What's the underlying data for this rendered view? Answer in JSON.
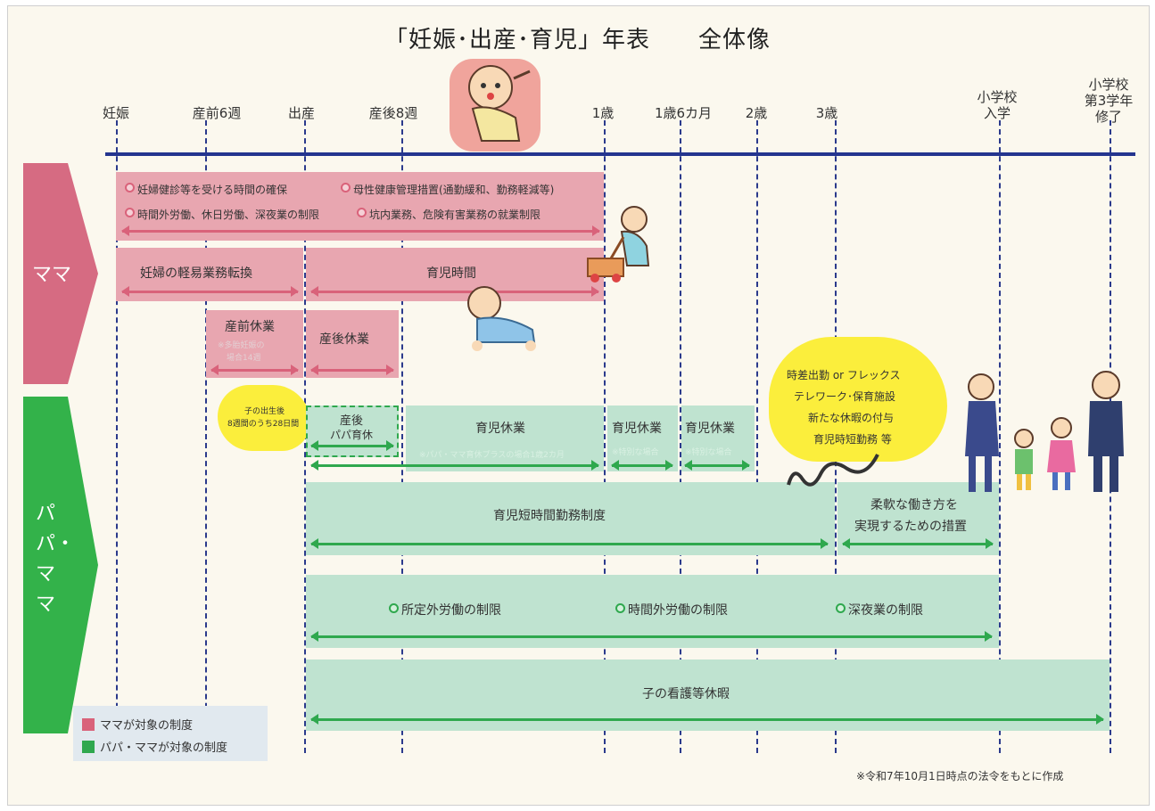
{
  "title": "「妊娠･出産･育児」年表　　全体像",
  "timeline": {
    "pregnancy": "妊娠",
    "prenatal6w": "産前6週",
    "birth": "出産",
    "postnatal8w": "産後8週",
    "age1": "1歳",
    "age1_6": "1歳6カ月",
    "age2": "2歳",
    "age3": "3歳",
    "school_entry_1": "小学校",
    "school_entry_2": "入学",
    "grade3_1": "小学校",
    "grade3_2": "第3学年",
    "grade3_3": "修了"
  },
  "side_labels": {
    "mama": "ママ",
    "papa_mama": "パパ・ママ"
  },
  "mama_rows": {
    "health_1": "妊婦健診等を受ける時間の確保",
    "health_2": "母性健康管理措置(通勤緩和、勤務軽減等)",
    "health_3": "時間外労働、休日労働、深夜業の制限",
    "health_4": "坑内業務、危険有害業務の就業制限",
    "light_work": "妊婦の軽易業務転換",
    "childcare_time": "育児時間",
    "prenatal_leave": "産前休業",
    "prenatal_leave_note_1": "※多胎妊娠の",
    "prenatal_leave_note_2": "場合14週",
    "postnatal_leave": "産後休業"
  },
  "papa_rows": {
    "cloud_1": "子の出生後",
    "cloud_2": "8週間のうち28日間",
    "papa_leave_1": "産後",
    "papa_leave_2": "パパ育休",
    "childcare_leave": "育児休業",
    "childcare_leave_note": "※パパ・ママ育休プラスの場合1歳2カ月",
    "childcare_leave_2": "育児休業",
    "childcare_leave_2_note": "※特別な場合",
    "childcare_leave_3": "育児休業",
    "childcare_leave_3_note": "※特別な場合",
    "short_hours": "育児短時間勤務制度",
    "flexible_1": "柔軟な働き方を",
    "flexible_2": "実現するための措置",
    "overtime_1": "所定外労働の制限",
    "overtime_2": "時間外労働の制限",
    "overtime_3": "深夜業の制限",
    "nursing_leave": "子の看護等休暇",
    "cloud2_1": "時差出勤 or フレックス",
    "cloud2_2": "テレワーク･保育施設",
    "cloud2_3": "新たな休暇の付与",
    "cloud2_4": "育児時短勤務 等"
  },
  "legend": {
    "mama": "ママが対象の制度",
    "papa_mama": "パパ・ママが対象の制度"
  },
  "footnote": "※令和7年10月1日時点の法令をもとに作成",
  "colors": {
    "pink": "#e8a6b0",
    "pink_dark": "#d9627a",
    "green_light": "#bfe3d0",
    "green_dark": "#2fa84e",
    "axis": "#24358f",
    "cloud": "#fbee3c"
  }
}
